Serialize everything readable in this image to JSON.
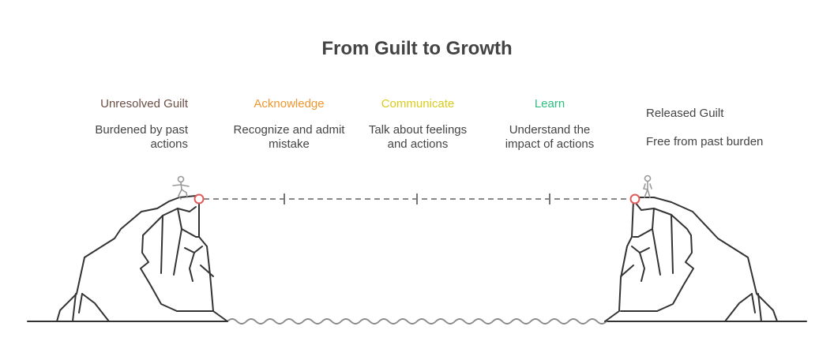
{
  "title": "From Guilt to Growth",
  "colors": {
    "start": "#6b4e44",
    "acknowledge": "#f0962e",
    "communicate": "#d9cc1a",
    "learn": "#2dbe7e",
    "end": "#444444",
    "marker": "#e05a5a",
    "line": "#333333"
  },
  "start": {
    "title": "Unresolved Guilt",
    "desc": "Burdened by past actions"
  },
  "steps": [
    {
      "title": "Acknowledge",
      "desc": "Recognize and admit mistake"
    },
    {
      "title": "Communicate",
      "desc": "Talk about feelings and actions"
    },
    {
      "title": "Learn",
      "desc": "Understand the impact of actions"
    }
  ],
  "end": {
    "title": "Released Guilt",
    "desc": "Free from past burden"
  },
  "icons": [
    "person-balancing-icon",
    "person-standing-icon",
    "cliff-left",
    "cliff-right",
    "water-waves"
  ]
}
